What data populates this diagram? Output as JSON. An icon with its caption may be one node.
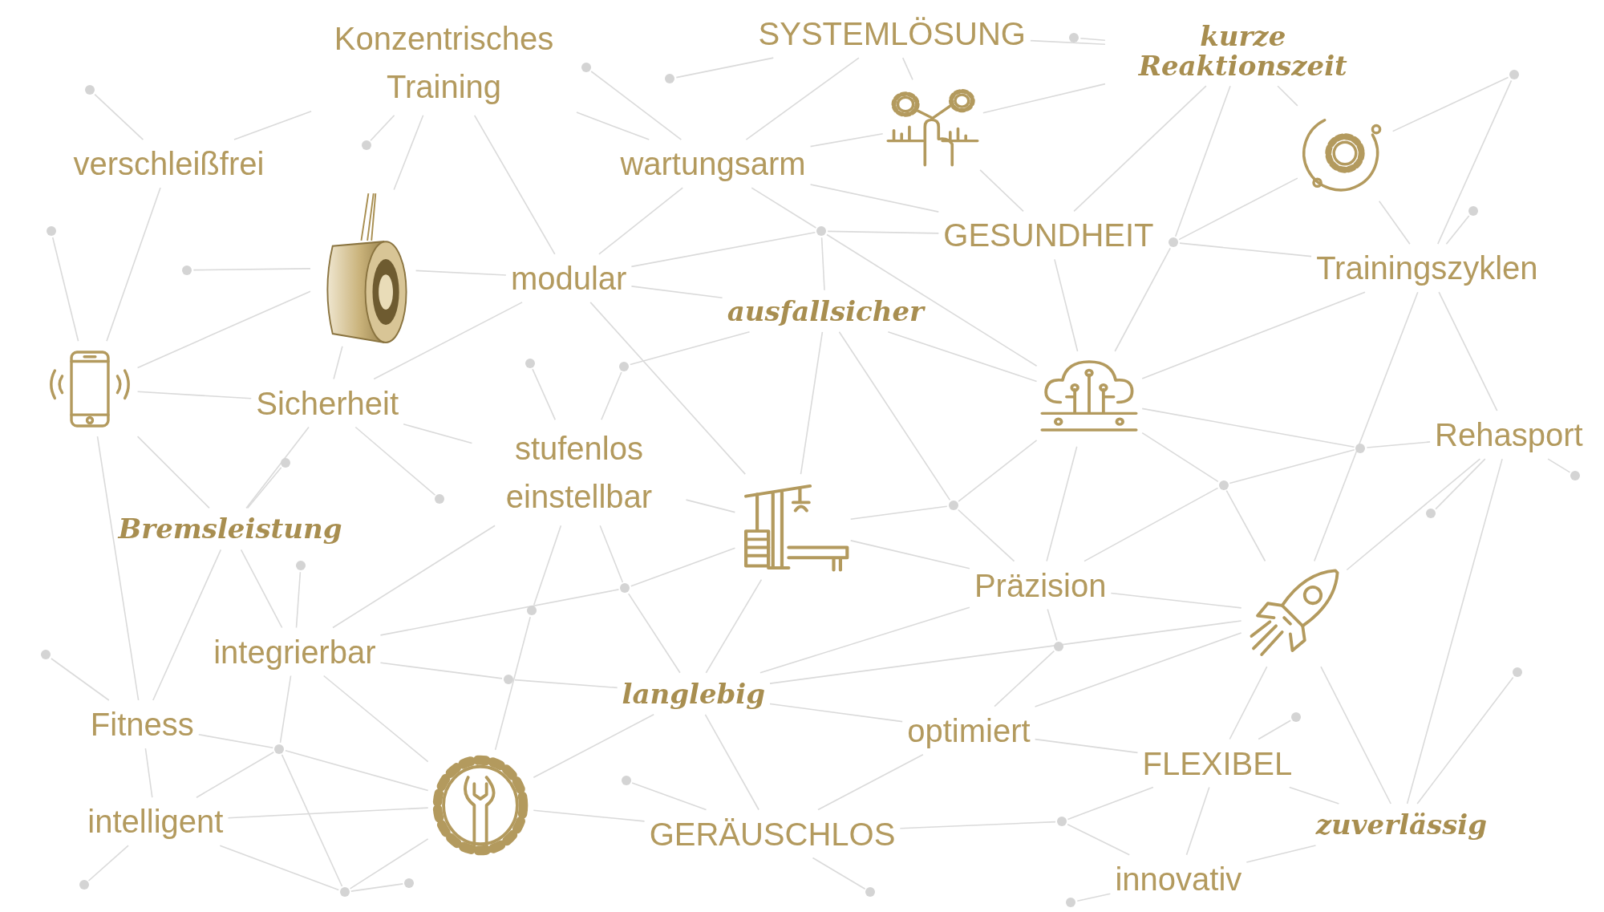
{
  "diagram": {
    "nodes": [
      {
        "text": [
          "Konzentrisches Training"
        ]
      },
      {
        "text": [
          "SYSTEMLÖSUNG"
        ]
      },
      {
        "text": [
          "kurze Reaktionszeit"
        ]
      },
      {
        "text": [
          "verschleißfrei"
        ]
      },
      {
        "text": [
          "wartungsarm"
        ]
      },
      {
        "text": [
          "GESUNDHEIT"
        ]
      },
      {
        "text": [
          "Trainingszyklen"
        ]
      },
      {
        "text": [
          "modular"
        ]
      },
      {
        "text": [
          "ausfallsicher"
        ]
      },
      {
        "text": [
          "Sicherheit"
        ]
      },
      {
        "text": [
          "stufenlos einstellbar"
        ]
      },
      {
        "text": [
          "Rehasport"
        ]
      },
      {
        "text": [
          "Bremsleistung"
        ]
      },
      {
        "text": [
          "Präzision"
        ]
      },
      {
        "text": [
          "integrierbar"
        ]
      },
      {
        "text": [
          "langlebig"
        ]
      },
      {
        "text": [
          "Fitness"
        ]
      },
      {
        "text": [
          "optimiert"
        ]
      },
      {
        "text": [
          "FLEXIBEL"
        ]
      },
      {
        "text": [
          "intelligent"
        ]
      },
      {
        "text": [
          "GERÄUSCHLOS"
        ]
      },
      {
        "text": [
          "zuverlässig"
        ]
      },
      {
        "text": [
          "innovativ"
        ]
      },
      {
        "text": [],
        "shape": "picture"
      },
      {
        "text": [],
        "shape": "picture"
      },
      {
        "text": [],
        "shape": "picture"
      },
      {
        "text": [],
        "shape": "picture"
      },
      {
        "text": [],
        "shape": "picture"
      },
      {
        "text": [],
        "shape": "picture"
      },
      {
        "text": [],
        "shape": "picture"
      },
      {
        "text": [],
        "shape": "picture"
      },
      {
        "text": [],
        "shape": "circle"
      },
      {
        "text": [],
        "shape": "circle"
      },
      {
        "text": [],
        "shape": "circle"
      },
      {
        "text": [],
        "shape": "circle"
      },
      {
        "text": [],
        "shape": "circle"
      },
      {
        "text": [],
        "shape": "circle"
      },
      {
        "text": [],
        "shape": "circle"
      },
      {
        "text": [],
        "shape": "circle"
      },
      {
        "text": [],
        "shape": "circle"
      },
      {
        "text": [],
        "shape": "circle"
      },
      {
        "text": [],
        "shape": "circle"
      },
      {
        "text": [],
        "shape": "circle"
      },
      {
        "text": [],
        "shape": "circle"
      },
      {
        "text": [],
        "shape": "circle"
      },
      {
        "text": [],
        "shape": "circle"
      },
      {
        "text": [],
        "shape": "circle"
      },
      {
        "text": [],
        "shape": "circle"
      },
      {
        "text": [],
        "shape": "circle"
      },
      {
        "text": [],
        "shape": "circle"
      },
      {
        "text": [],
        "shape": "circle"
      },
      {
        "text": [],
        "shape": "circle"
      },
      {
        "text": [],
        "shape": "circle"
      },
      {
        "text": [],
        "shape": "circle"
      },
      {
        "text": [],
        "shape": "circle"
      },
      {
        "text": [],
        "shape": "circle"
      },
      {
        "text": [],
        "shape": "circle"
      },
      {
        "text": [],
        "shape": "circle"
      },
      {
        "text": [],
        "shape": "circle"
      },
      {
        "text": [],
        "shape": "circle"
      },
      {
        "text": [],
        "shape": "circle"
      },
      {
        "text": [],
        "shape": "circle"
      },
      {
        "text": [],
        "shape": "circle"
      },
      {
        "text": [],
        "shape": "circle"
      },
      {
        "text": [],
        "shape": "circle"
      },
      {
        "text": [],
        "shape": "circle"
      },
      {
        "text": [],
        "shape": "circle"
      }
    ],
    "edges": [
      {
        "from": 3,
        "to": 34,
        "arrow": "none"
      },
      {
        "from": 3,
        "to": 0,
        "arrow": "none"
      },
      {
        "from": 3,
        "to": 26,
        "arrow": "none"
      },
      {
        "from": 0,
        "to": 35,
        "arrow": "none"
      },
      {
        "from": 0,
        "to": 25,
        "arrow": "none"
      },
      {
        "from": 0,
        "to": 7,
        "arrow": "none"
      },
      {
        "from": 0,
        "to": 4,
        "arrow": "none"
      },
      {
        "from": 33,
        "to": 4,
        "arrow": "none"
      },
      {
        "from": 32,
        "to": 1,
        "arrow": "none"
      },
      {
        "from": 1,
        "to": 4,
        "arrow": "none"
      },
      {
        "from": 1,
        "to": 23,
        "arrow": "none"
      },
      {
        "from": 1,
        "to": 2,
        "arrow": "none"
      },
      {
        "from": 31,
        "to": 2,
        "arrow": "none"
      },
      {
        "from": 2,
        "to": 23,
        "arrow": "none"
      },
      {
        "from": 2,
        "to": 5,
        "arrow": "none"
      },
      {
        "from": 2,
        "to": 24,
        "arrow": "none"
      },
      {
        "from": 2,
        "to": 40,
        "arrow": "none"
      },
      {
        "from": 40,
        "to": 27,
        "arrow": "none"
      },
      {
        "from": 23,
        "to": 4,
        "arrow": "none"
      },
      {
        "from": 23,
        "to": 5,
        "arrow": "none"
      },
      {
        "from": 4,
        "to": 5,
        "arrow": "none"
      },
      {
        "from": 4,
        "to": 7,
        "arrow": "none"
      },
      {
        "from": 4,
        "to": 39,
        "arrow": "none"
      },
      {
        "from": 39,
        "to": 5,
        "arrow": "none"
      },
      {
        "from": 39,
        "to": 7,
        "arrow": "none"
      },
      {
        "from": 39,
        "to": 8,
        "arrow": "none"
      },
      {
        "from": 39,
        "to": 27,
        "arrow": "none"
      },
      {
        "from": 5,
        "to": 27,
        "arrow": "none"
      },
      {
        "from": 40,
        "to": 24,
        "arrow": "none"
      },
      {
        "from": 40,
        "to": 6,
        "arrow": "none"
      },
      {
        "from": 24,
        "to": 6,
        "arrow": "none"
      },
      {
        "from": 24,
        "to": 36,
        "arrow": "none"
      },
      {
        "from": 36,
        "to": 6,
        "arrow": "none"
      },
      {
        "from": 41,
        "to": 6,
        "arrow": "none"
      },
      {
        "from": 6,
        "to": 27,
        "arrow": "none"
      },
      {
        "from": 6,
        "to": 11,
        "arrow": "none"
      },
      {
        "from": 6,
        "to": 29,
        "arrow": "none"
      },
      {
        "from": 38,
        "to": 25,
        "arrow": "none"
      },
      {
        "from": 25,
        "to": 26,
        "arrow": "none"
      },
      {
        "from": 25,
        "to": 7,
        "arrow": "none"
      },
      {
        "from": 25,
        "to": 9,
        "arrow": "none"
      },
      {
        "from": 7,
        "to": 8,
        "arrow": "none"
      },
      {
        "from": 7,
        "to": 9,
        "arrow": "none"
      },
      {
        "from": 7,
        "to": 28,
        "arrow": "none"
      },
      {
        "from": 8,
        "to": 43,
        "arrow": "none"
      },
      {
        "from": 8,
        "to": 28,
        "arrow": "none"
      },
      {
        "from": 8,
        "to": 46,
        "arrow": "none"
      },
      {
        "from": 46,
        "to": 13,
        "arrow": "none"
      },
      {
        "from": 8,
        "to": 27,
        "arrow": "none"
      },
      {
        "from": 43,
        "to": 10,
        "arrow": "none"
      },
      {
        "from": 42,
        "to": 10,
        "arrow": "none"
      },
      {
        "from": 37,
        "to": 26,
        "arrow": "none"
      },
      {
        "from": 26,
        "to": 9,
        "arrow": "none"
      },
      {
        "from": 26,
        "to": 16,
        "arrow": "none"
      },
      {
        "from": 26,
        "to": 12,
        "arrow": "none"
      },
      {
        "from": 9,
        "to": 10,
        "arrow": "none"
      },
      {
        "from": 9,
        "to": 45,
        "arrow": "none"
      },
      {
        "from": 9,
        "to": 12,
        "arrow": "none"
      },
      {
        "from": 44,
        "to": 12,
        "arrow": "none"
      },
      {
        "from": 10,
        "to": 28,
        "arrow": "none"
      },
      {
        "from": 10,
        "to": 14,
        "arrow": "none"
      },
      {
        "from": 10,
        "to": 53,
        "arrow": "none"
      },
      {
        "from": 53,
        "to": 30,
        "arrow": "none"
      },
      {
        "from": 10,
        "to": 52,
        "arrow": "none"
      },
      {
        "from": 52,
        "to": 15,
        "arrow": "none"
      },
      {
        "from": 28,
        "to": 46,
        "arrow": "none"
      },
      {
        "from": 46,
        "to": 27,
        "arrow": "none"
      },
      {
        "from": 28,
        "to": 13,
        "arrow": "none"
      },
      {
        "from": 28,
        "to": 52,
        "arrow": "none"
      },
      {
        "from": 52,
        "to": 14,
        "arrow": "none"
      },
      {
        "from": 28,
        "to": 15,
        "arrow": "none"
      },
      {
        "from": 27,
        "to": 13,
        "arrow": "none"
      },
      {
        "from": 27,
        "to": 47,
        "arrow": "none"
      },
      {
        "from": 47,
        "to": 11,
        "arrow": "none"
      },
      {
        "from": 27,
        "to": 48,
        "arrow": "none"
      },
      {
        "from": 48,
        "to": 29,
        "arrow": "none"
      },
      {
        "from": 48,
        "to": 13,
        "arrow": "none"
      },
      {
        "from": 48,
        "to": 47,
        "arrow": "none"
      },
      {
        "from": 11,
        "to": 49,
        "arrow": "none"
      },
      {
        "from": 11,
        "to": 50,
        "arrow": "none"
      },
      {
        "from": 11,
        "to": 29,
        "arrow": "none"
      },
      {
        "from": 11,
        "to": 21,
        "arrow": "none"
      },
      {
        "from": 13,
        "to": 29,
        "arrow": "none"
      },
      {
        "from": 13,
        "to": 15,
        "arrow": "none"
      },
      {
        "from": 13,
        "to": 54,
        "arrow": "none"
      },
      {
        "from": 54,
        "to": 17,
        "arrow": "none"
      },
      {
        "from": 29,
        "to": 15,
        "arrow": "none"
      },
      {
        "from": 29,
        "to": 17,
        "arrow": "none"
      },
      {
        "from": 29,
        "to": 18,
        "arrow": "none"
      },
      {
        "from": 29,
        "to": 21,
        "arrow": "none"
      },
      {
        "from": 59,
        "to": 18,
        "arrow": "none"
      },
      {
        "from": 60,
        "to": 21,
        "arrow": "none"
      },
      {
        "from": 18,
        "to": 21,
        "arrow": "none"
      },
      {
        "from": 18,
        "to": 17,
        "arrow": "none"
      },
      {
        "from": 18,
        "to": 61,
        "arrow": "none"
      },
      {
        "from": 18,
        "to": 22,
        "arrow": "none"
      },
      {
        "from": 21,
        "to": 22,
        "arrow": "none"
      },
      {
        "from": 61,
        "to": 20,
        "arrow": "none"
      },
      {
        "from": 61,
        "to": 22,
        "arrow": "none"
      },
      {
        "from": 22,
        "to": 66,
        "arrow": "none"
      },
      {
        "from": 17,
        "to": 15,
        "arrow": "none"
      },
      {
        "from": 17,
        "to": 20,
        "arrow": "none"
      },
      {
        "from": 15,
        "to": 30,
        "arrow": "none"
      },
      {
        "from": 15,
        "to": 20,
        "arrow": "none"
      },
      {
        "from": 15,
        "to": 55,
        "arrow": "none"
      },
      {
        "from": 55,
        "to": 14,
        "arrow": "none"
      },
      {
        "from": 20,
        "to": 65,
        "arrow": "none"
      },
      {
        "from": 20,
        "to": 30,
        "arrow": "none"
      },
      {
        "from": 58,
        "to": 20,
        "arrow": "none"
      },
      {
        "from": 14,
        "to": 51,
        "arrow": "none"
      },
      {
        "from": 14,
        "to": 12,
        "arrow": "none"
      },
      {
        "from": 14,
        "to": 30,
        "arrow": "none"
      },
      {
        "from": 14,
        "to": 57,
        "arrow": "none"
      },
      {
        "from": 16,
        "to": 57,
        "arrow": "none"
      },
      {
        "from": 57,
        "to": 30,
        "arrow": "none"
      },
      {
        "from": 57,
        "to": 19,
        "arrow": "none"
      },
      {
        "from": 57,
        "to": 63,
        "arrow": "none"
      },
      {
        "from": 12,
        "to": 16,
        "arrow": "none"
      },
      {
        "from": 56,
        "to": 16,
        "arrow": "none"
      },
      {
        "from": 16,
        "to": 19,
        "arrow": "none"
      },
      {
        "from": 19,
        "to": 62,
        "arrow": "none"
      },
      {
        "from": 19,
        "to": 30,
        "arrow": "none"
      },
      {
        "from": 19,
        "to": 63,
        "arrow": "none"
      },
      {
        "from": 63,
        "to": 30,
        "arrow": "none"
      },
      {
        "from": 64,
        "to": 63,
        "arrow": "none"
      }
    ]
  }
}
